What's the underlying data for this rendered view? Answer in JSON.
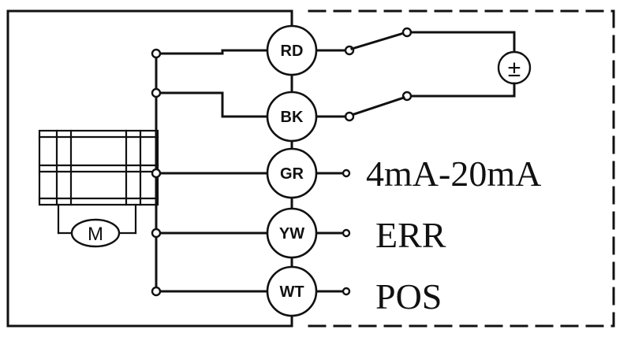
{
  "terminals": [
    {
      "id": "rd",
      "label": "RD"
    },
    {
      "id": "bk",
      "label": "BK"
    },
    {
      "id": "gr",
      "label": "GR"
    },
    {
      "id": "yw",
      "label": "YW"
    },
    {
      "id": "wt",
      "label": "WT"
    }
  ],
  "outputs": {
    "current": "4mA-20mA",
    "error": "ERR",
    "position": "POS"
  },
  "motor": {
    "label": "M"
  },
  "power_source": {
    "symbol": "±"
  }
}
